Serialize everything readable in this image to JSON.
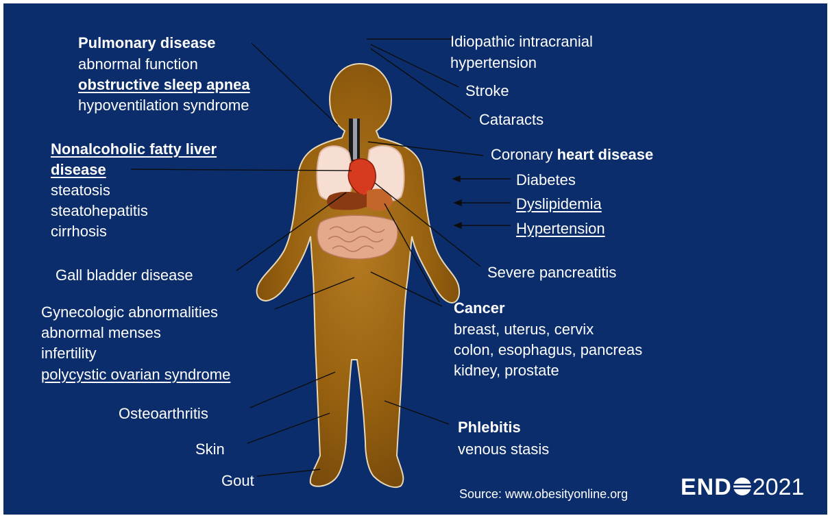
{
  "left_labels": {
    "pulmonary_title": "Pulmonary disease",
    "pulmonary_1": "abnormal function",
    "pulmonary_2": "obstructive sleep apnea",
    "pulmonary_3": "hypoventilation syndrome",
    "liver_title_1": "Nonalcoholic fatty liver",
    "liver_title_2": "disease",
    "liver_1": "steatosis",
    "liver_2": "steatohepatitis",
    "liver_3": "cirrhosis",
    "gall": "Gall bladder disease",
    "gyn_title": "Gynecologic abnormalities",
    "gyn_1": "abnormal menses",
    "gyn_2": "infertility",
    "gyn_3": "polycystic ovarian syndrome",
    "osteo": "Osteoarthritis",
    "skin": "Skin",
    "gout": "Gout"
  },
  "right_labels": {
    "iih_1": "Idiopathic intracranial",
    "iih_2": "hypertension",
    "stroke": "Stroke",
    "cataracts": "Cataracts",
    "chd_prefix": "Coronary ",
    "chd_bold": "heart disease",
    "diabetes": "Diabetes",
    "dyslipidemia": "Dyslipidemia",
    "hypertension": "Hypertension",
    "pancreatitis": "Severe pancreatitis",
    "cancer_title": "Cancer",
    "cancer_1": "breast, uterus, cervix",
    "cancer_2": "colon, esophagus, pancreas",
    "cancer_3": "kidney, prostate",
    "phlebitis_title": "Phlebitis",
    "phlebitis_1": "venous stasis"
  },
  "footer": {
    "source": "Source: www.obesityonline.org",
    "logo_left": "END",
    "logo_right": "2021"
  },
  "colors": {
    "background": "#0b2d6b",
    "body": "#8a560f",
    "text": "#ffffff",
    "lines": "#0d0d0d"
  }
}
